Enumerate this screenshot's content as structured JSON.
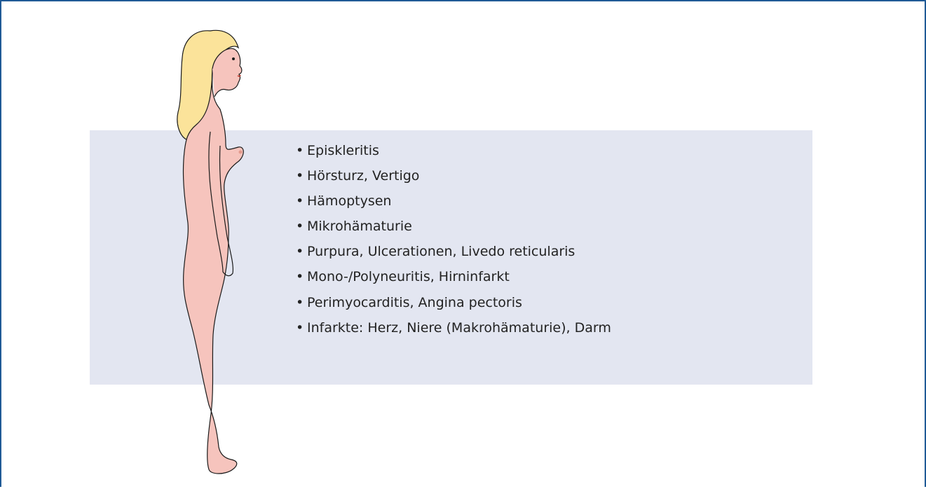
{
  "items": [
    "Episkleritis",
    "Hörsturz, Vertigo",
    "Hämoptysen",
    "Mikrohämaturie",
    "Purpura, Ulcerationen, Livedo reticularis",
    "Mono-/Polyneuritis, Hirninfarkt",
    "Perimyocarditis, Angina pectoris",
    "Infarkte: Herz, Niere (Makrohämaturie), Darm"
  ],
  "colors": {
    "frame": "#1f5a96",
    "panel": "#e3e6f1",
    "skin": "#f6c4bd",
    "hair": "#fbe39a",
    "outline": "#1a1a1a"
  },
  "icons": {
    "figure": "female-body-side-view"
  }
}
